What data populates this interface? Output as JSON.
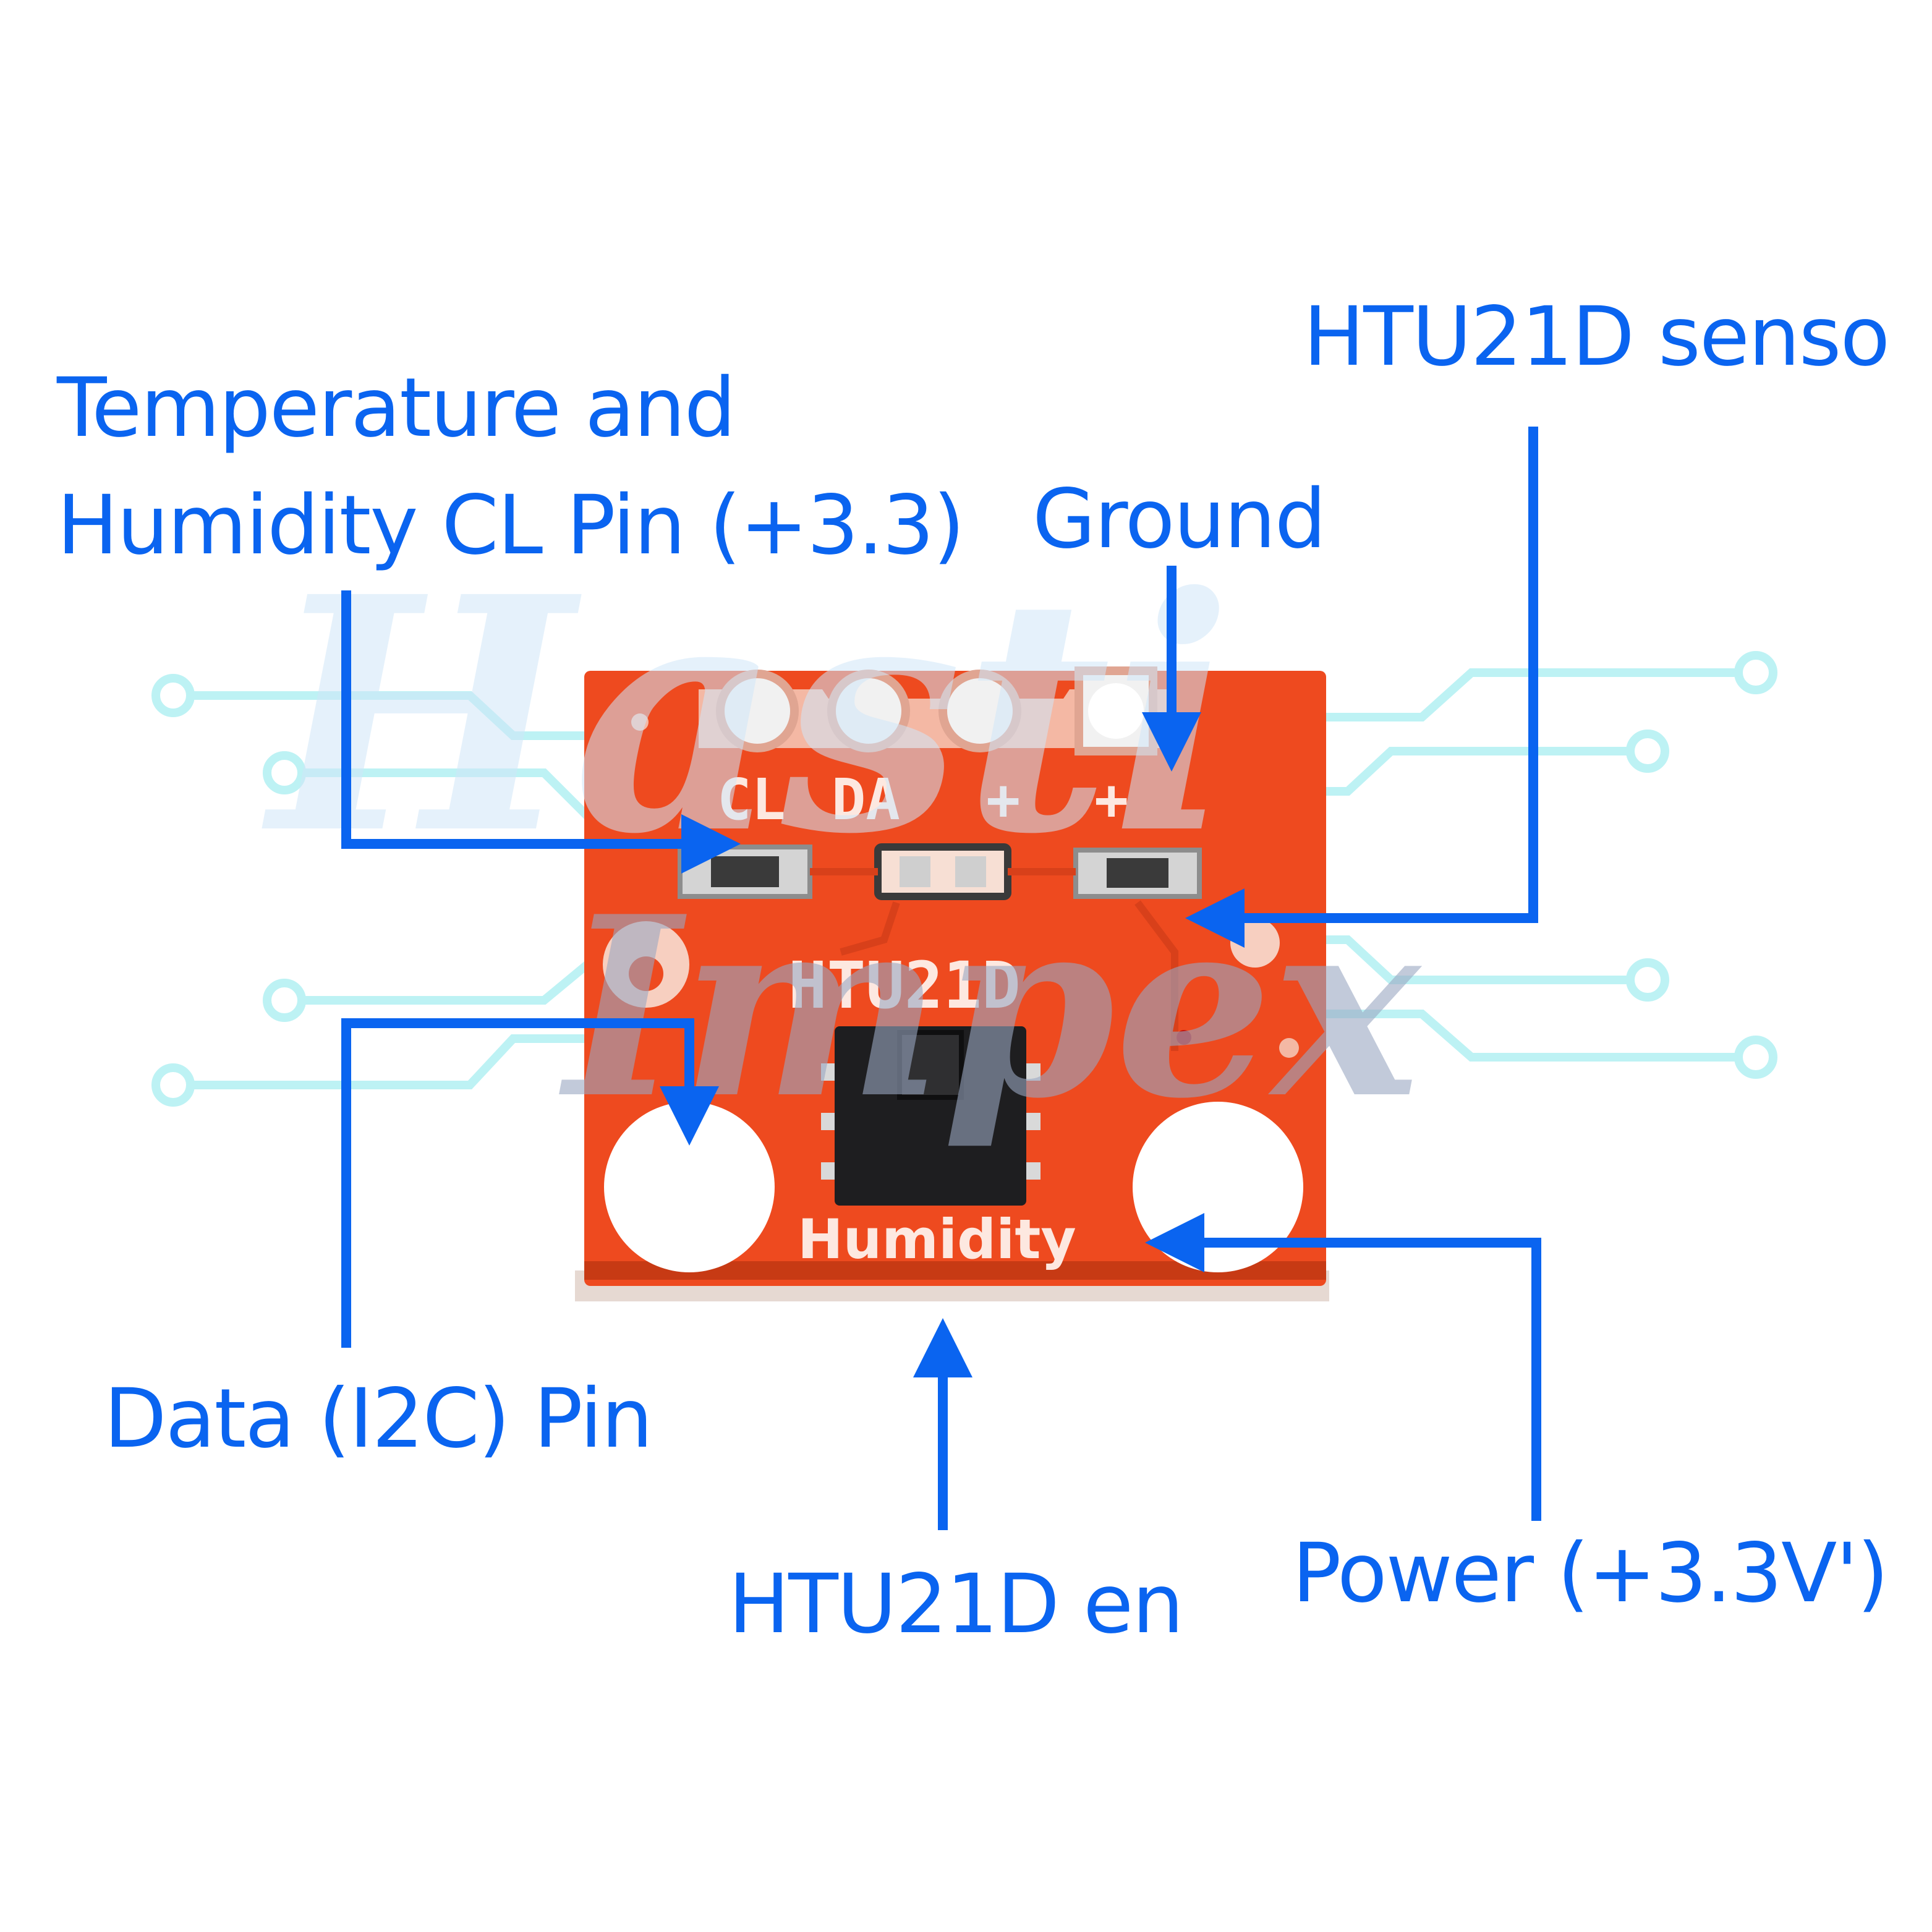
{
  "labels": {
    "temp_line1": "Temperature and",
    "temp_line2": "Humidity CL Pin (+3.3)",
    "ground": "Ground",
    "sensor": "HTU21D senso",
    "data_pin": "Data (I2C) Pin",
    "htu_en": "HTU21D en",
    "power": "Power (+3.3V')"
  },
  "board": {
    "pin_cl": "CL",
    "pin_da": "DA",
    "pin_plus1": "+",
    "pin_plus2": "+",
    "chip_name": "HTU21D",
    "bottom_text": "Humidity"
  },
  "watermark": {
    "line1": "Hasti",
    "line2": "Impex"
  },
  "colors": {
    "callout": "#0a64f0",
    "board": "#ee4a1f",
    "silkscreen": "#fde8e0",
    "watermark_light": "#cfe6f7",
    "watermark_dark": "#9aa6c2",
    "circuit_lines": "#bdf2f4"
  }
}
